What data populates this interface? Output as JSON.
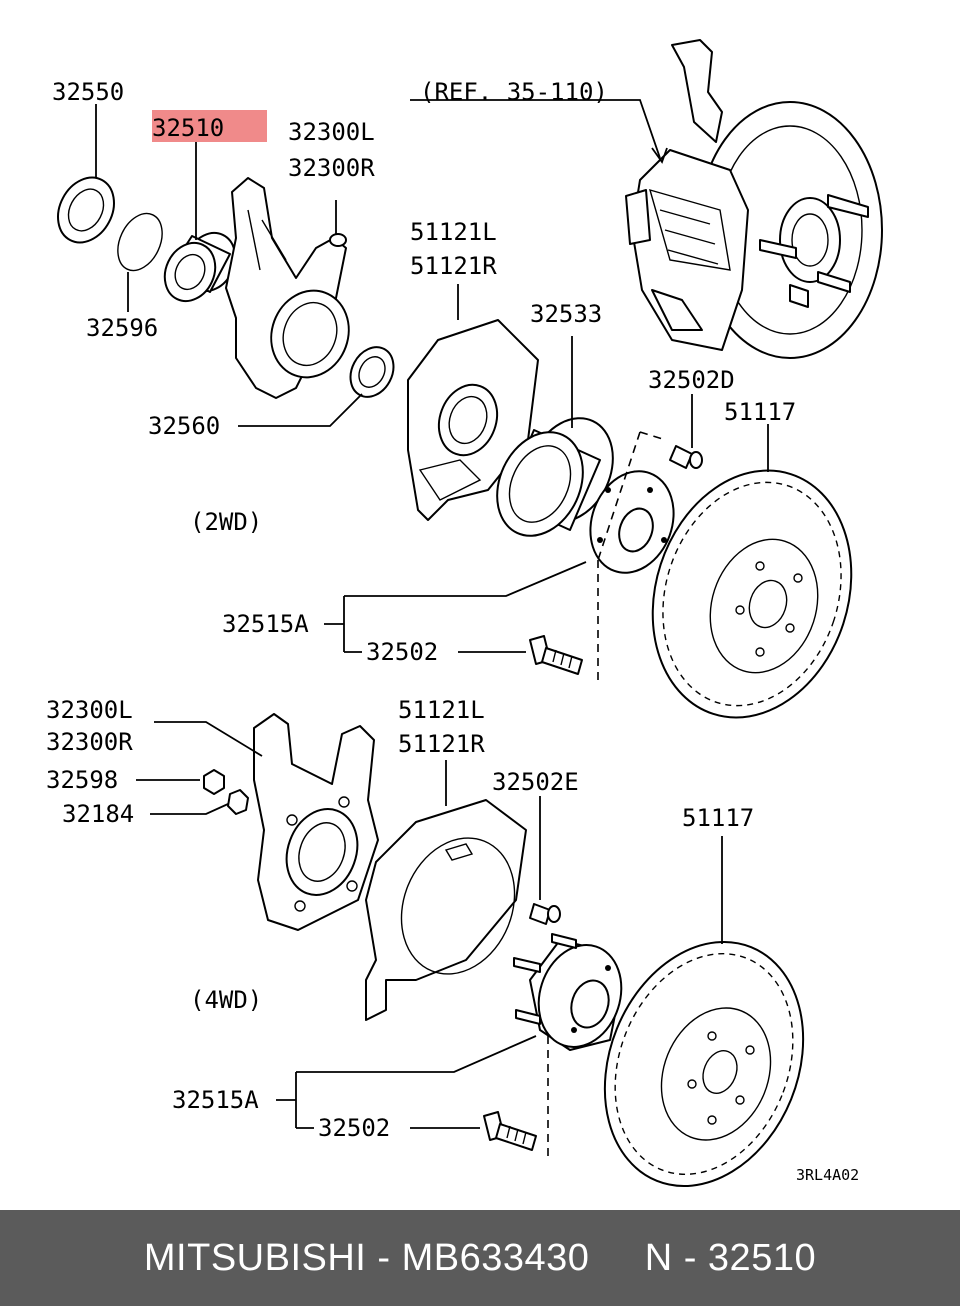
{
  "highlight_color": "#f08a8a",
  "footer_bg": "#5b5b5b",
  "labels": {
    "p32550": "32550",
    "p32510": "32510",
    "p32300L_a": "32300L",
    "p32300R_a": "32300R",
    "p32596": "32596",
    "p32560": "32560",
    "ref": "(REF. 35-110)",
    "p51121L_a": "51121L",
    "p51121R_a": "51121R",
    "p32533": "32533",
    "p32502D": "32502D",
    "p51117_a": "51117",
    "wd2": "(2WD)",
    "p32515A_a": "32515A",
    "p32502_a": "32502",
    "p32300L_b": "32300L",
    "p32300R_b": "32300R",
    "p32598": "32598",
    "p32184": "32184",
    "p51121L_b": "51121L",
    "p51121R_b": "51121R",
    "p32502E": "32502E",
    "p51117_b": "51117",
    "wd4": "(4WD)",
    "p32515A_b": "32515A",
    "p32502_b": "32502",
    "code": "3RL4A02"
  },
  "footer": {
    "text": "MITSUBISHI - MB633430     N - 32510"
  }
}
